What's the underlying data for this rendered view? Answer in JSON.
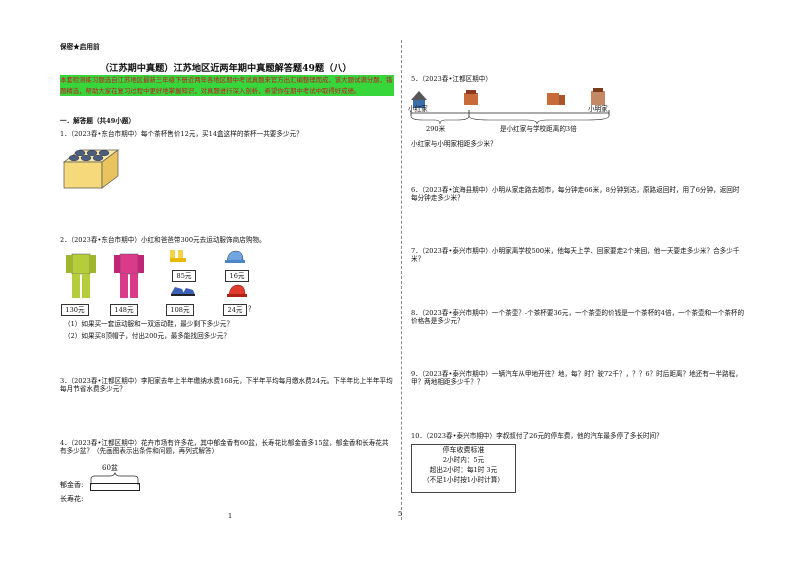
{
  "header": {
    "secret": "保密★启用前",
    "title": "（江苏期中真题）江苏地区近两年期中真题解答题49题（八）",
    "intro": "本套检测练习题选自江苏地区最新三年级下册近两年各地区期中考试真题来官方出汇编整理而成，该大题试满分题，错题精选，帮助大家在复习过程中更好地掌握知识，对真题进行深入剖析，希望你在期中考试中取得好成绩。",
    "section": "一．解答题（共49小题）"
  },
  "left": {
    "q1": "1．（2023春•东台市期中）每个茶杯售价12元，买14盒这样的茶杯一共要多少元？",
    "q2": "2．（2023春•东台市期中）小红和爸爸带300元去运动服饰商店购物。",
    "q2_prices_top": [
      "85元",
      "16元"
    ],
    "q2_prices_bottom": [
      "130元",
      "148元",
      "108元",
      "24元"
    ],
    "q2_q": "？",
    "q2_sub1": "（1）如果买一套运动服和一双运动鞋，最少剩下多少元？",
    "q2_sub2": "（2）如果买8顶帽子，付出200元，最多能找回多少元？",
    "q3": "3．（2023春•江都区期中）李阳家去年上半年缴纳水费168元，下半年平均每月缴水费24元。下半年比上半年平均每月节省水费多少元？",
    "q4": "4．（2023春•江都区期中）花卉市场有许多花，其中郁金香有60盆，长寿花比郁金香多15盆，郁金香和长寿花共有多少盆？（先画图表示出条件和问题，再列式解答）",
    "q4_label": "60盆",
    "q4_row1": "郁金香:",
    "q4_row2": "长寿花:"
  },
  "right": {
    "q5": "5．（2023春•江都区期中）",
    "q5_home1": "小红家",
    "q5_home2": "小明家",
    "q5_dist": "290米",
    "q5_brace": "是小红家与学校距离的3倍",
    "q5_q": "小红家与小明家相距多少米？",
    "q6": "6．（2023春•滨海县期中）小明从家走路去超市，每分钟走66米，8分钟到达，原路返回时，用了6分钟，返回时每分钟走多少米？",
    "q7": "7．（2023春•泰兴市期中）小明家离学校500米，他每天上学、回家要走2个来回，他一天要走多少米？合多少千米？",
    "q8": "8．（2023春•泰兴市期中）一个茶壶？-个茶杯要36元，一个茶壶的价钱是一个茶杯的4倍，一个茶壶和一个茶杯的价格各是多少元？",
    "q9": "9．（2023春•泰兴市期中）一辆汽车从甲地开往？地，每？时？驶72千？，？？6？时后距离？地还有一半路程，甲？两地相距多少千？？",
    "q10": "10．（2023春•泰兴市期中）李叔叔付了26元的停车费，他的汽车最多停了多长时间？",
    "fee_title": "停车收费标准",
    "fee_lines": [
      "2小时内：5元",
      "超出2小时：每1时 3元",
      "（不足1小时按1小时计算）"
    ]
  },
  "footer": {
    "left_page": "1",
    "right_page": "5"
  }
}
